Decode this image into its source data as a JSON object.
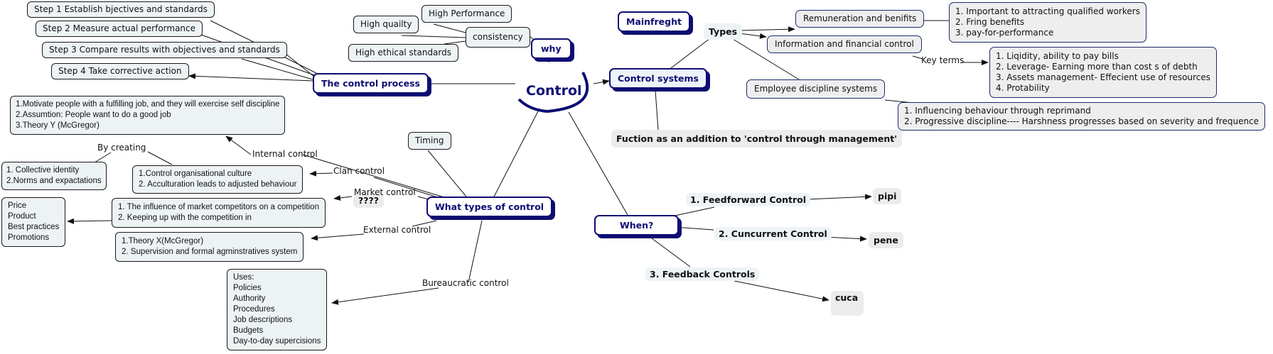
{
  "diagram_title": "Control",
  "center": {
    "label": "Control"
  },
  "main_branches": {
    "control_process": "The control process",
    "why": "why",
    "control_systems": "Control systems",
    "what_types": "What types of control",
    "when": "When?",
    "mainfreght": "Mainfreght"
  },
  "control_process_steps": [
    "Step 1 Establish bjectives and standards",
    "Step 2 Measure actual performance",
    "Step 3 Compare results with objectives and standards",
    "Step 4 Take corrective action"
  ],
  "why_branch": {
    "consistency": "consistency",
    "items": [
      "High quailty",
      "High Performance",
      "High ethical standards"
    ]
  },
  "control_systems_branch": {
    "types_label": "Types",
    "types": [
      "Remuneration and benifits",
      "Information and financial control",
      "Employee discipline systems"
    ],
    "remuneration_details": "1. Important to attracting qualified workers\n2. Fring benefits\n3. pay-for-performance",
    "key_terms_label": "Key terms",
    "key_terms_details": "1. Liqidity, ability to pay bills\n2. Leverage- Earning more than cost s of debth\n3. Assets management- Effecient use of resources\n4. Protability",
    "discipline_details": "1. Influencing behaviour through reprimand\n2. Progressive discipline---- Harshness progresses based on severity and frequence",
    "function_note": "Fuction as an addition to 'control through management'"
  },
  "types_of_control_branch": {
    "timing": "Timing",
    "internal_label": "Internal control",
    "internal_details": "1.Motivate people with a fulfilling job, and they will exercise self discipline\n2.Assumtion: People want to do a good job\n3.Theory Y (McGregor)",
    "clan_label": "Clan control",
    "clan_details": "1.Control organisational culture\n2. Acculturation leads to adjusted behaviour",
    "by_creating_label": "By creating",
    "by_creating_details": "1. Collective identity\n2.Norms and expactations",
    "market_label": "Market control",
    "market_unknown": "????",
    "market_details": "1. The influence of market competitors on a competition\n2. Keeping up with the competition in",
    "market_factors": "Price\nProduct\nBest practices\nPromotions",
    "external_label": "External control",
    "external_details": "1.Theory X(McGregor)\n2. Supervision and formal agminstratives system",
    "bureaucratic_label": "Bureaucratic control",
    "bureaucratic_details": "Uses:\nPolicies\nAuthority\nProcedures\nJob descriptions\nBudgets\nDay-to-day supercisions"
  },
  "when_branch": {
    "items": [
      {
        "label": "1. Feedforward Control",
        "result": "pipi"
      },
      {
        "label": "2. Cuncurrent Control",
        "result": "pene"
      },
      {
        "label": "3. Feedback Controls",
        "result": "cuca"
      }
    ]
  },
  "colors": {
    "key_node_border": "#0d0d73",
    "box_fill": "#edf3f5",
    "gray_fill": "#eeeeef",
    "line": "#111111"
  }
}
